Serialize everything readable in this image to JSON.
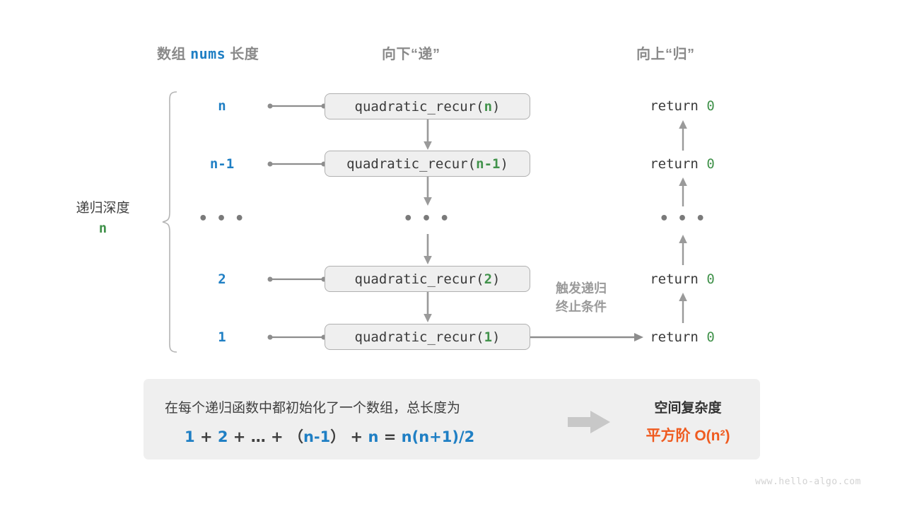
{
  "headers": {
    "left_prefix": "数组",
    "left_code": "nums",
    "left_suffix": "长度",
    "middle": "向下“递”",
    "right": "向上“归”"
  },
  "depth_note": {
    "title": "递归深度",
    "value": "n"
  },
  "rows": [
    {
      "depth": "n",
      "call_prefix": "quadratic_recur(",
      "call_arg": "n",
      "call_suffix": ")",
      "return_text": "return ",
      "return_value": "0"
    },
    {
      "depth": "n-1",
      "call_prefix": "quadratic_recur(",
      "call_arg": "n-1",
      "call_suffix": ")",
      "return_text": "return ",
      "return_value": "0"
    },
    {
      "depth": "…",
      "call_prefix": "…",
      "call_arg": "",
      "call_suffix": "",
      "return_text": "…",
      "return_value": ""
    },
    {
      "depth": "2",
      "call_prefix": "quadratic_recur(",
      "call_arg": "2",
      "call_suffix": ")",
      "return_text": "return ",
      "return_value": "0"
    },
    {
      "depth": "1",
      "call_prefix": "quadratic_recur(",
      "call_arg": "1",
      "call_suffix": ")",
      "return_text": "return ",
      "return_value": "0"
    }
  ],
  "ellipsis": "• • •",
  "trigger_note": {
    "line1": "触发递归",
    "line2": "终止条件"
  },
  "summary": {
    "text": "在每个递归函数中都初始化了一个数组，总长度为",
    "formula": {
      "t1": "1",
      "op1": "+",
      "t2": "2",
      "op2": "+",
      "t3": "…",
      "op3": "+",
      "paren_open": "（",
      "t4": "n-1",
      "paren_close": "）",
      "op4": "+",
      "t5": "n",
      "eq": "=",
      "t6": "n(n+1)/2"
    },
    "right_title": "空间复杂度",
    "right_value": "平方阶  O(n²)"
  },
  "watermark": "www.hello-algo.com",
  "colors": {
    "blue": "#1f7fc4",
    "green": "#41924b",
    "orange": "#ef5b20",
    "gray_text": "#8a8a8a",
    "box_fill": "#efefef",
    "box_border": "#b0b0b0",
    "connector": "#8d8d8d"
  }
}
